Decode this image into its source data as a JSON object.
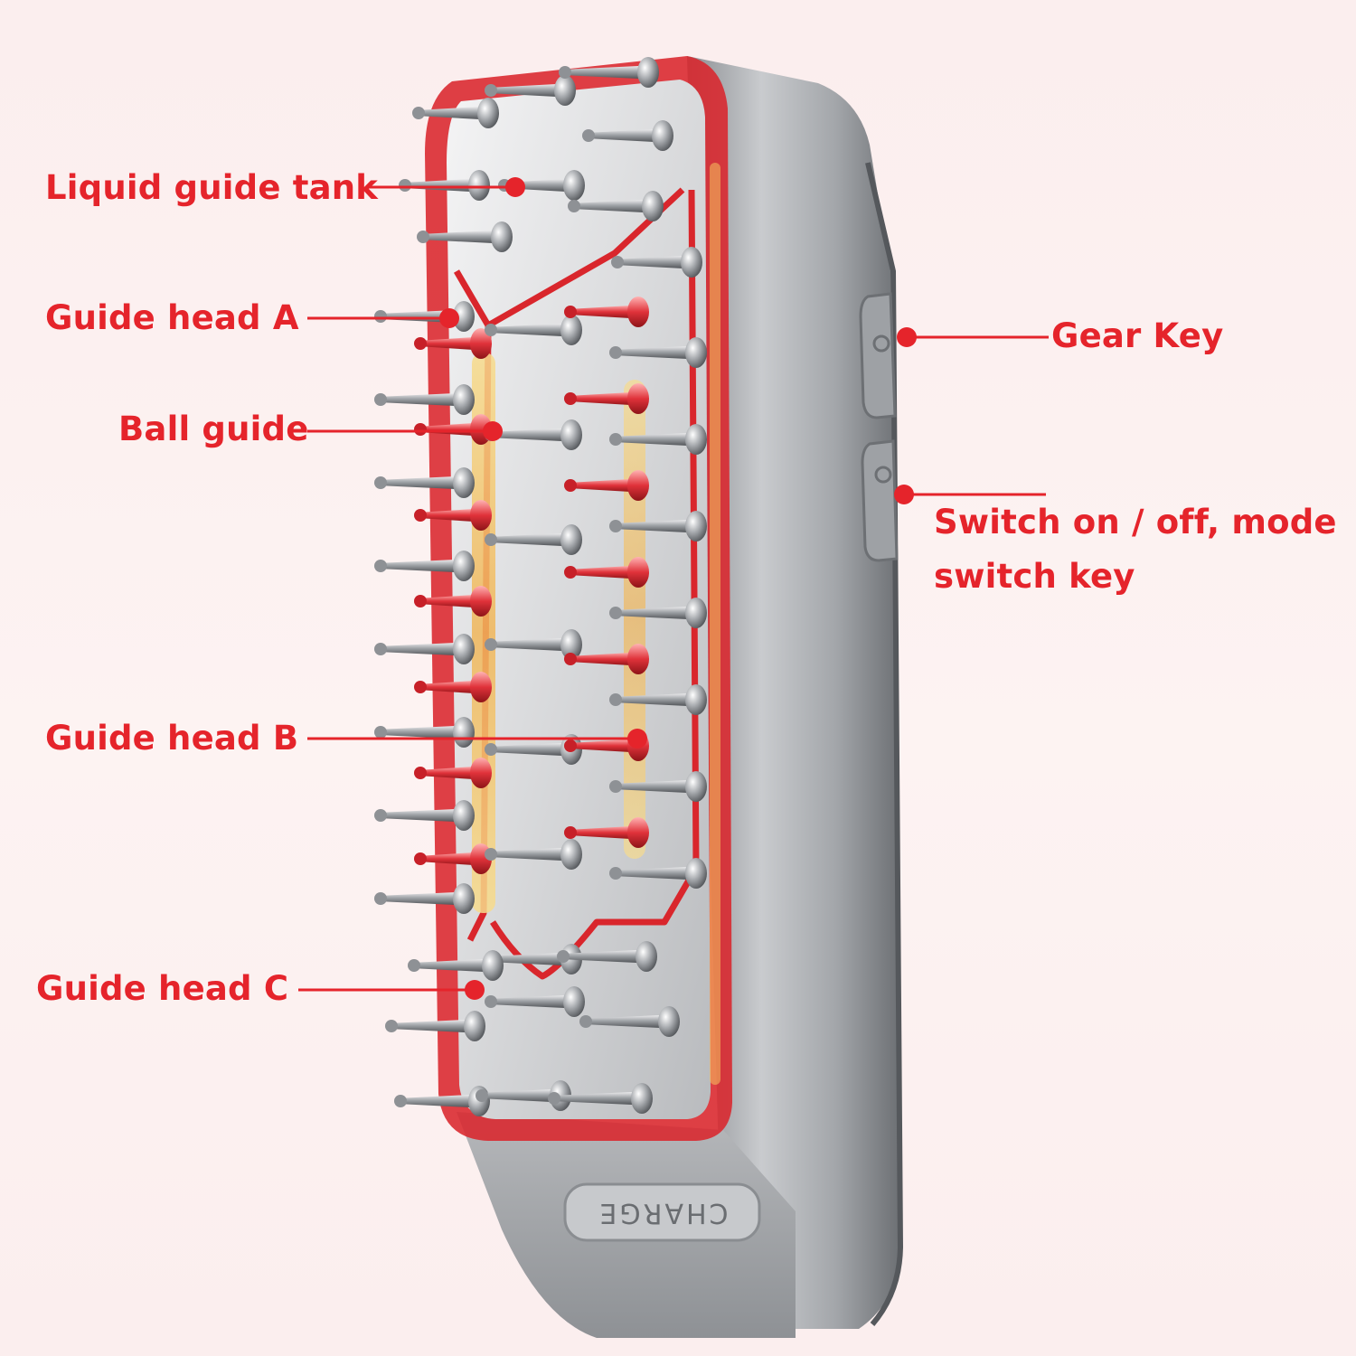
{
  "colors": {
    "label": "#e5242b",
    "leader": "#e5242b",
    "body_silver": "#a6a9ad",
    "body_dark": "#6f7276",
    "accent_red": "#d9262c",
    "glow_yellow": "#f4d27a"
  },
  "device": {
    "port_text": "CHARGE"
  },
  "labels": {
    "liquid_guide_tank": "Liquid guide tank",
    "guide_head_a": "Guide head A",
    "ball_guide": "Ball guide",
    "guide_head_b": "Guide head B",
    "guide_head_c": "Guide head C",
    "gear_key": "Gear Key",
    "switch_key": "Switch on / off, mode switch key"
  }
}
